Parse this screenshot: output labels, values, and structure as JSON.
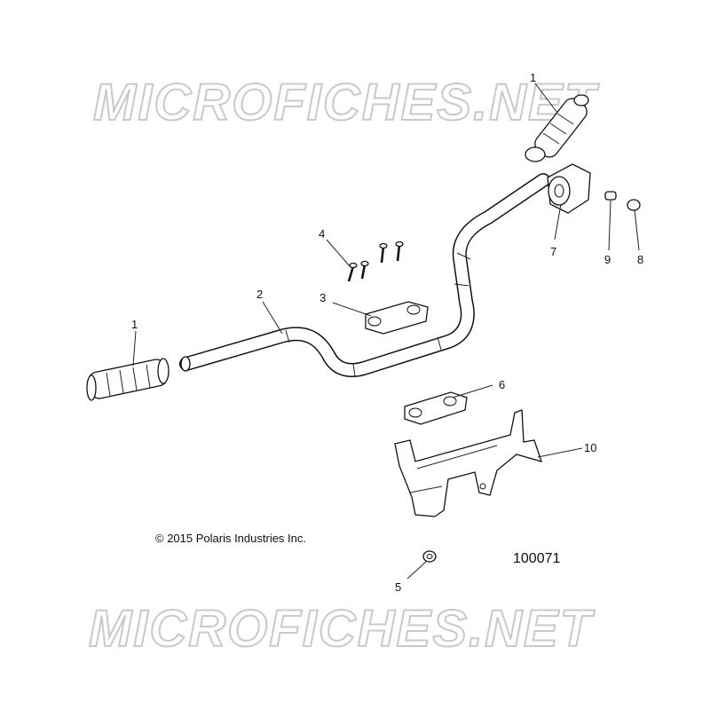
{
  "watermark": {
    "top": "MICROFICHES.NET",
    "bottom": "MICROFICHES.NET"
  },
  "copyright": "© 2015 Polaris Industries Inc.",
  "figure_number": "100071",
  "callouts": {
    "grip_right": "1",
    "grip_left": "1",
    "handlebar": "2",
    "clamp_upper": "3",
    "screws": "4",
    "nut": "5",
    "clamp_lower": "6",
    "housing": "7",
    "plug_8": "8",
    "plug_9": "9",
    "bracket": "10"
  }
}
